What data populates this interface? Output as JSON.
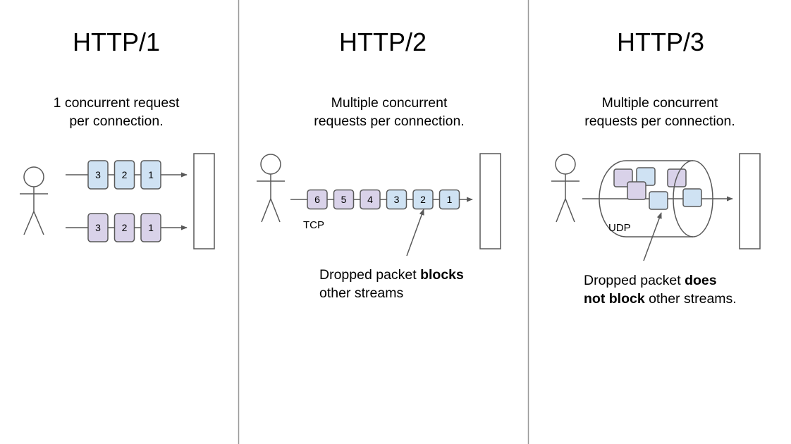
{
  "colors": {
    "blue": "#cfe2f3",
    "purple": "#d9d2e9",
    "stroke": "#595959",
    "divider": "#999999"
  },
  "columns": [
    {
      "title": "HTTP/1",
      "subtitle": [
        "1 concurrent request",
        "per connection."
      ],
      "streams": [
        {
          "packets": [
            "3",
            "2",
            "1"
          ],
          "color": "blue"
        },
        {
          "packets": [
            "3",
            "2",
            "1"
          ],
          "color": "purple"
        }
      ]
    },
    {
      "title": "HTTP/2",
      "subtitle": [
        "Multiple concurrent",
        "requests per connection."
      ],
      "transport": "TCP",
      "packets": [
        {
          "label": "6",
          "color": "purple"
        },
        {
          "label": "5",
          "color": "purple"
        },
        {
          "label": "4",
          "color": "purple"
        },
        {
          "label": "3",
          "color": "blue"
        },
        {
          "label": "2",
          "color": "blue"
        },
        {
          "label": "1",
          "color": "blue"
        }
      ],
      "caption": {
        "line1_pre": "Dropped packet ",
        "line1_bold": "blocks",
        "line2": "other streams"
      }
    },
    {
      "title": "HTTP/3",
      "subtitle": [
        "Multiple concurrent",
        "requests per connection."
      ],
      "transport": "UDP",
      "caption": {
        "line1_pre": "Dropped packet ",
        "line1_bold": "does",
        "line2_bold": "not block",
        "line2_post": " other streams."
      }
    }
  ]
}
